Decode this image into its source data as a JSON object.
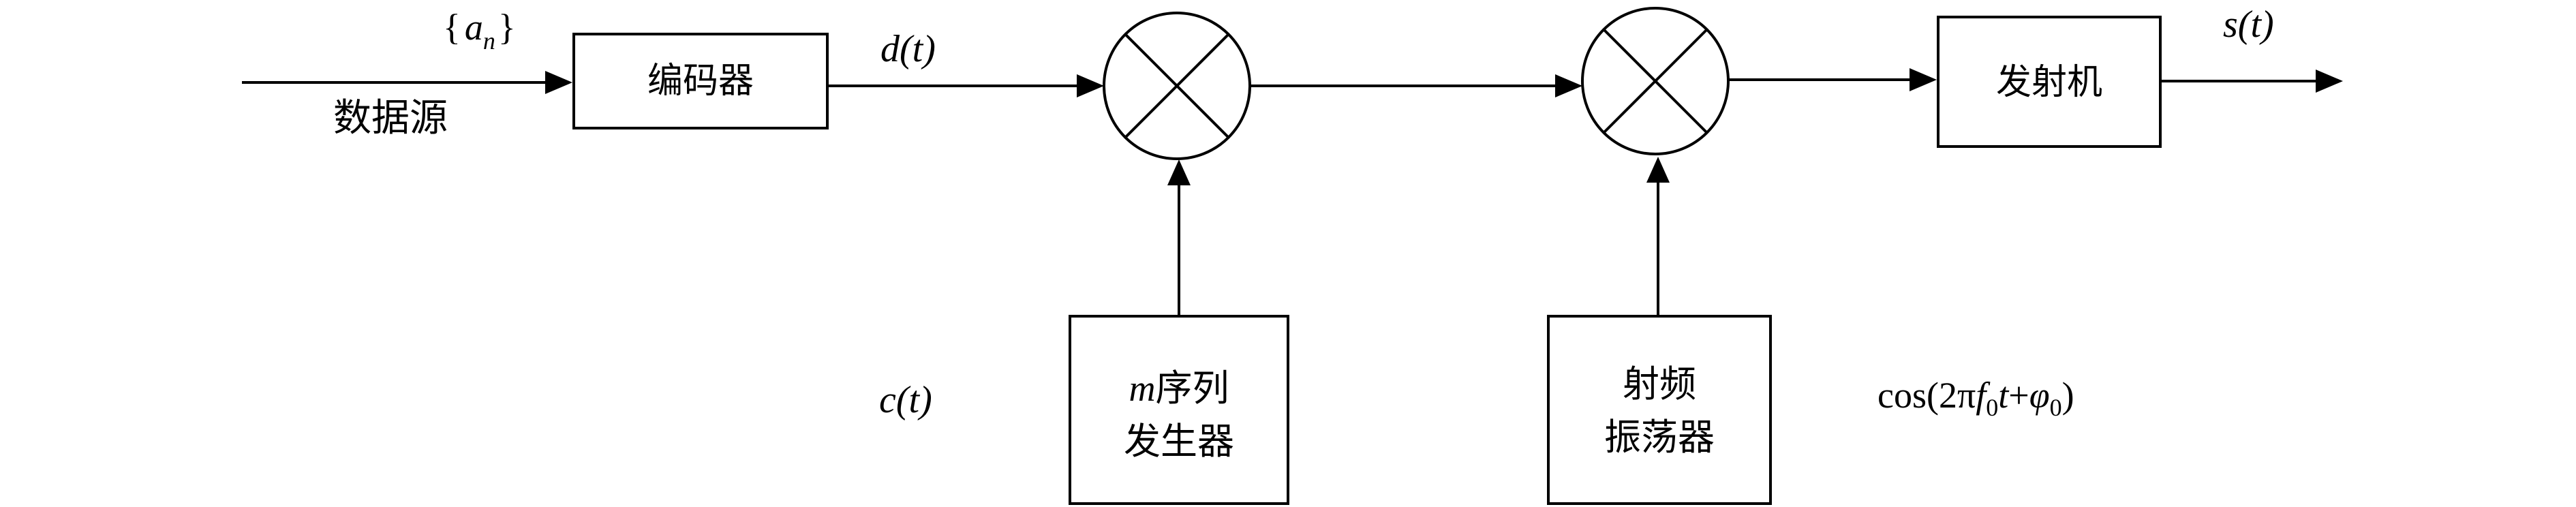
{
  "blocks": {
    "encoder": "编码器",
    "m_sequence_line1_var": "m",
    "m_sequence_line1_text": "序列",
    "m_sequence_line2": "发生器",
    "rf_osc_line1": "射频",
    "rf_osc_line2": "振荡器",
    "transmitter": "发射机"
  },
  "labels": {
    "data_source": "数据源",
    "a_n_open": "{",
    "a_n_var": "a",
    "a_n_sub": "n",
    "a_n_close": "}",
    "d_t": "d(t)",
    "c_t": "c(t)",
    "s_t": "s(t)",
    "carrier_cos": "cos(2π",
    "carrier_f": "f",
    "carrier_f_sub": "0",
    "carrier_t": "t",
    "carrier_plus": "+",
    "carrier_phi": "φ",
    "carrier_phi_sub": "0",
    "carrier_close": ")"
  }
}
